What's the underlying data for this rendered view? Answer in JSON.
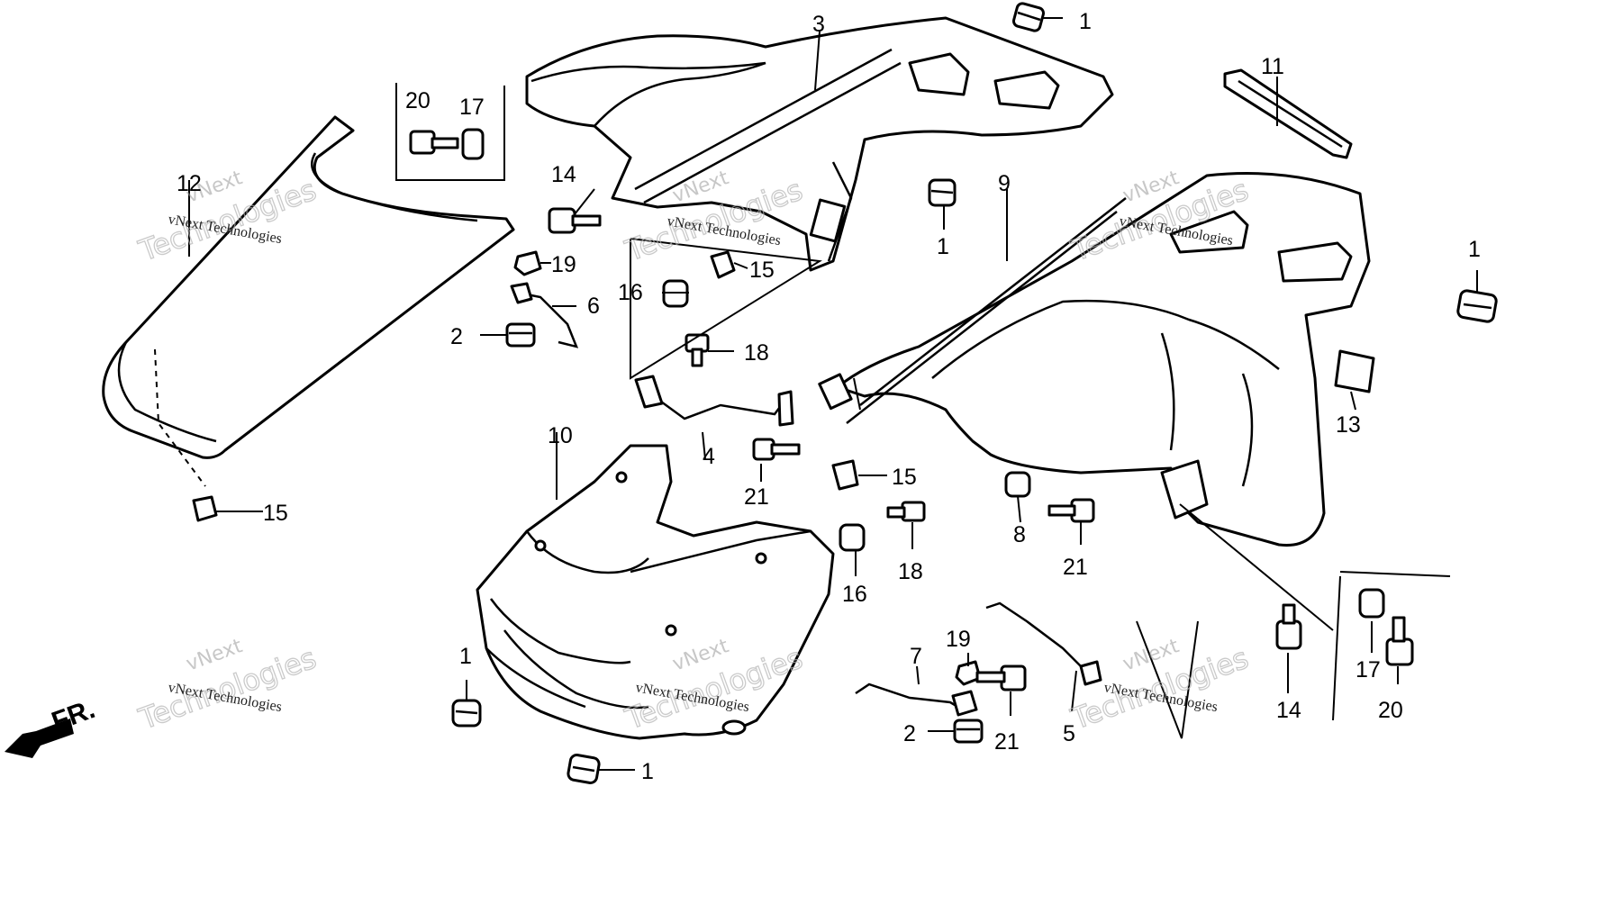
{
  "callouts": {
    "c1a": "1",
    "c1b": "1",
    "c1c": "1",
    "c1d": "1",
    "c1e": "1",
    "c2a": "2",
    "c2b": "2",
    "c3": "3",
    "c4": "4",
    "c5": "5",
    "c6": "6",
    "c7": "7",
    "c8": "8",
    "c9": "9",
    "c10": "10",
    "c11": "11",
    "c12": "12",
    "c13": "13",
    "c14a": "14",
    "c14b": "14",
    "c15a": "15",
    "c15b": "15",
    "c15c": "15",
    "c16a": "16",
    "c16b": "16",
    "c17a": "17",
    "c17b": "17",
    "c18a": "18",
    "c18b": "18",
    "c19a": "19",
    "c19b": "19",
    "c20a": "20",
    "c20b": "20",
    "c21a": "21",
    "c21b": "21",
    "c21c": "21"
  },
  "direction_label": "FR.",
  "watermark": {
    "brand": "vNext",
    "name": "Technologies",
    "caption": "vNext Technologies"
  }
}
